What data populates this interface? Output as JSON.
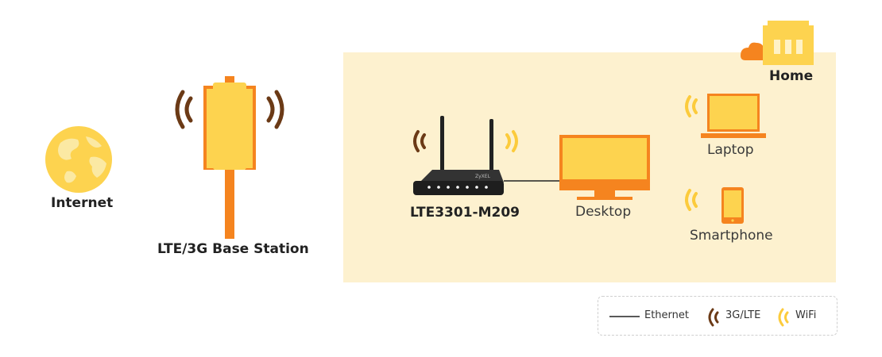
{
  "labels": {
    "internet": "Internet",
    "base_station": "LTE/3G Base Station",
    "home": "Home",
    "router": "LTE3301-M209",
    "desktop": "Desktop",
    "laptop": "Laptop",
    "smartphone": "Smartphone",
    "router_brand": "ZyXEL"
  },
  "legend": {
    "ethernet": "Ethernet",
    "lte": "3G/LTE",
    "wifi": "WiFi"
  },
  "colors": {
    "home_bg": "#fdf1cf",
    "yellow": "#fdd34f",
    "orange": "#f5841f",
    "brown": "#6b3a16",
    "wifi": "#fccb3c",
    "dark": "#222222"
  }
}
